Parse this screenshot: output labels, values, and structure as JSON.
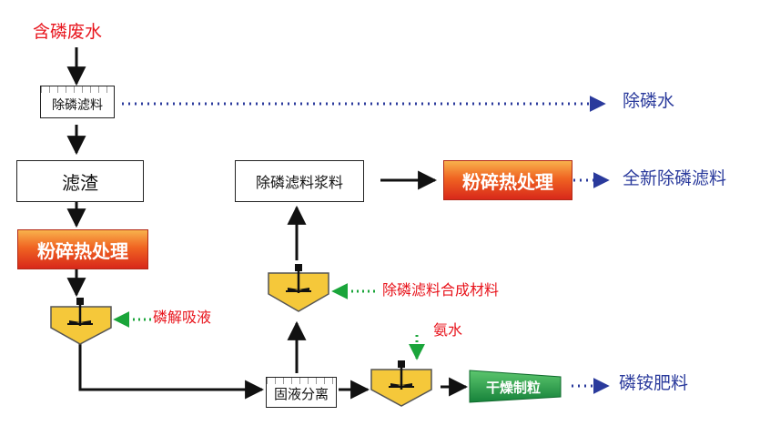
{
  "labels": {
    "input_water": "含磷废水",
    "filter_media": "除磷滤料",
    "removed_water": "除磷水",
    "residue": "滤渣",
    "heat_left": "粉碎热处理",
    "desorb_liquid": "磷解吸液",
    "slurry": "除磷滤料浆料",
    "heat_right": "粉碎热处理",
    "new_media": "全新除磷滤料",
    "synth_material": "除磷滤料合成材料",
    "ammonia": "氨水",
    "separation": "固液分离",
    "dry_granulate": "干燥制粒",
    "fertilizer": "磷铵肥料"
  },
  "colors": {
    "red_text": "#e8141c",
    "blue_text": "#2a3a9c",
    "green_arrow": "#1aa53a",
    "tank_yellow": "#f5c83a",
    "heat_gradient_top": "#f8b24c",
    "heat_gradient_bottom": "#d8281a",
    "granulator_green": "#1f9a44"
  }
}
